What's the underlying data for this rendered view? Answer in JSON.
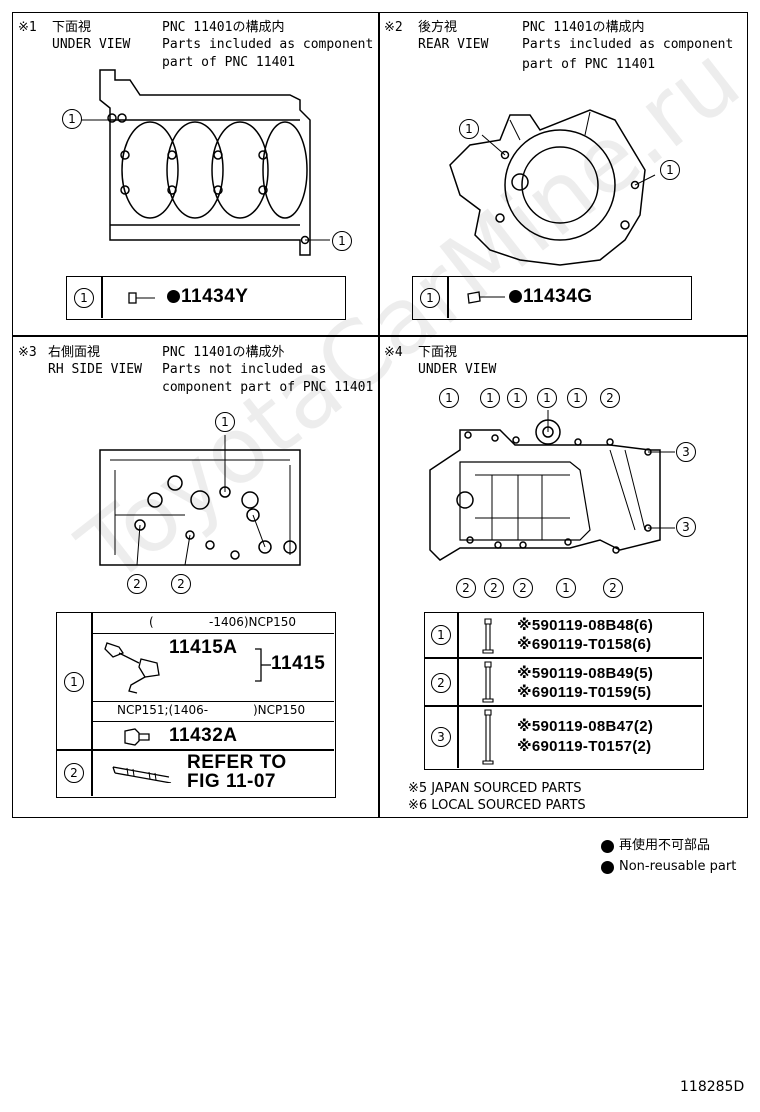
{
  "p1": {
    "mark": "※1",
    "title_jp": "下面視",
    "title_en": "UNDER VIEW",
    "pnc_jp": "PNC 11401の構成内",
    "pnc_en1": "Parts included as component",
    "pnc_en2": "part of PNC 11401",
    "callout": "1",
    "part": "11434Y"
  },
  "p2": {
    "mark": "※2",
    "title_jp": "後方視",
    "title_en": "REAR VIEW",
    "pnc_jp": "PNC 11401の構成内",
    "pnc_en1": "Parts included as component",
    "pnc_en2": "part of PNC 11401",
    "callout": "1",
    "part": "11434G"
  },
  "p3": {
    "mark": "※3",
    "title_jp": "右側面視",
    "title_en": "RH SIDE VIEW",
    "pnc_jp": "PNC 11401の構成外",
    "pnc_en1": "Parts not included as",
    "pnc_en2": "component part of PNC 11401",
    "callout1": "1",
    "callout2": "2",
    "row1_note_a_l": "(",
    "row1_note_a_r": "-1406)NCP150",
    "part_a": "11415A",
    "part_assy": "11415",
    "row1_note_b_l": "NCP151;(1406-",
    "row1_note_b_r": ")NCP150",
    "part_b": "11432A",
    "refer_1": "REFER TO",
    "refer_2": "FIG 11-07"
  },
  "p4": {
    "mark": "※4",
    "title_jp": "下面視",
    "title_en": "UNDER VIEW",
    "c1": "1",
    "c2": "2",
    "c3": "3",
    "r1a": "※590119-08B48(6)",
    "r1b": "※690119-T0158(6)",
    "r2a": "※590119-08B49(5)",
    "r2b": "※690119-T0159(5)",
    "r3a": "※590119-08B47(2)",
    "r3b": "※690119-T0157(2)",
    "note5": "※5 JAPAN SOURCED PARTS",
    "note6": "※6 LOCAL SOURCED PARTS"
  },
  "legend": {
    "jp": "再使用不可部品",
    "en": "Non-reusable part"
  },
  "figure_id": "118285D",
  "watermark": "ToyotaCarMine.ru"
}
